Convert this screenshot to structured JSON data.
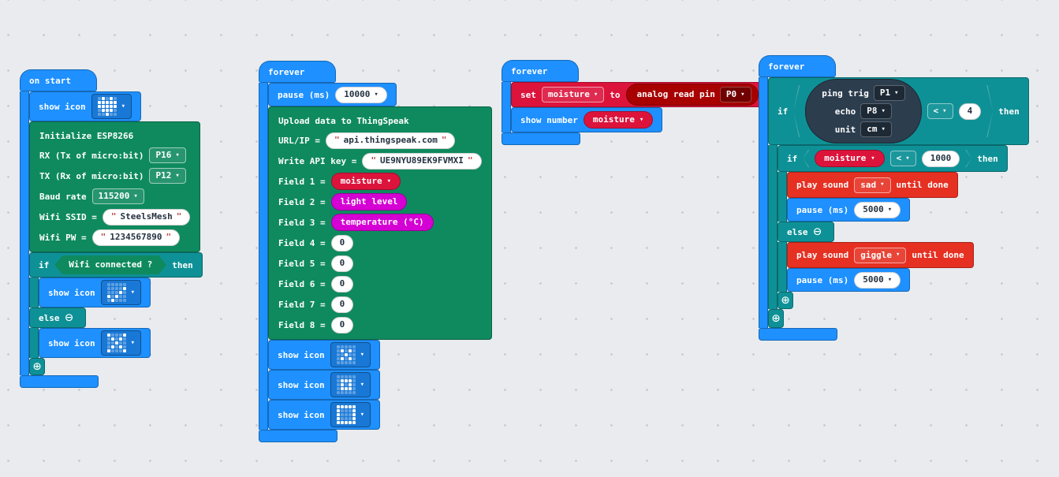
{
  "workspace": {
    "background_color": "#e9ebee",
    "grid_dot_color": "#c7ccd2"
  },
  "colors": {
    "basic_blue": "#1e90ff",
    "extension_green": "#0f8a5f",
    "logic_teal": "#0e9196",
    "variables_crimson": "#dc143c",
    "music_red": "#e63022",
    "pins_dark_red": "#a80000",
    "input_magenta": "#d400d4",
    "sonar_navy": "#2c3d4e"
  },
  "symbols": {
    "collapse_minus": "⊖",
    "expand_plus": "⊕"
  },
  "icons": {
    "heart": [
      "01010",
      "11111",
      "11111",
      "01110",
      "00100"
    ],
    "yes": [
      "00000",
      "00001",
      "00010",
      "10100",
      "01000"
    ],
    "no": [
      "10001",
      "01010",
      "00100",
      "01010",
      "10001"
    ],
    "small_x": [
      "00000",
      "01010",
      "00100",
      "01010",
      "00000"
    ],
    "small_square": [
      "00000",
      "01110",
      "01010",
      "01110",
      "00000"
    ],
    "square": [
      "11111",
      "10001",
      "10001",
      "10001",
      "11111"
    ]
  },
  "on_start": {
    "hat": "on start",
    "show_icon": "show icon",
    "init": {
      "title": "Initialize ESP8266",
      "rx_label": "RX (Tx of micro:bit)",
      "rx": "P16",
      "tx_label": "TX (Rx of micro:bit)",
      "tx": "P12",
      "baud_label": "Baud rate",
      "baud": "115200",
      "ssid_label": "Wifi SSID =",
      "ssid": "SteelsMesh",
      "pw_label": "Wifi PW =",
      "pw": "1234567890"
    },
    "if": "if",
    "condition": "Wifi connected ?",
    "then": "then",
    "else": "else"
  },
  "upload_loop": {
    "hat": "forever",
    "pause_label": "pause (ms)",
    "pause_value": "10000",
    "block": {
      "title": "Upload data to ThingSpeak",
      "url_label": "URL/IP =",
      "url": "api.thingspeak.com",
      "key_label": "Write API key =",
      "key": "UE9NYU89EK9FVMXI",
      "fields": [
        "Field 1 =",
        "Field 2 =",
        "Field 3 =",
        "Field 4 =",
        "Field 5 =",
        "Field 6 =",
        "Field 7 =",
        "Field 8 ="
      ],
      "field1": "moisture",
      "field2": "light level",
      "field3": "temperature (°C)",
      "zero": "0"
    },
    "show_icon": "show icon"
  },
  "sensor_loop": {
    "hat": "forever",
    "set": "set",
    "var": "moisture",
    "to": "to",
    "analog": "analog read pin",
    "pin": "P0",
    "show_number": "show number"
  },
  "alarm_loop": {
    "hat": "forever",
    "if": "if",
    "then": "then",
    "else": "else",
    "sonar": {
      "ping": "ping trig",
      "trig_pin": "P1",
      "echo": "echo",
      "echo_pin": "P8",
      "unit": "unit",
      "unit_value": "cm"
    },
    "op": "<",
    "distance": "4",
    "var": "moisture",
    "threshold": "1000",
    "play": "play sound",
    "sad": "sad",
    "giggle": "giggle",
    "until": "until done",
    "pause_label": "pause (ms)",
    "pause_value": "5000"
  }
}
